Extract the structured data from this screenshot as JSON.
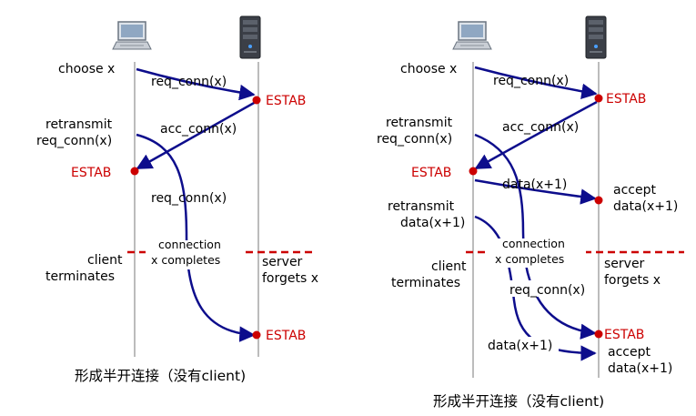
{
  "colors": {
    "arrow": "#0d0d8c",
    "estab": "#cc0000",
    "timeline": "#a6a6a6",
    "dash": "#cc0000"
  },
  "left": {
    "choose": "choose x",
    "req1": "req_conn(x)",
    "estab_server": "ESTAB",
    "retransmit_1": "retransmit",
    "retransmit_2": "req_conn(x)",
    "acc": "acc_conn(x)",
    "estab_client": "ESTAB",
    "req2": "req_conn(x)",
    "connection_1": "connection",
    "connection_2": "x completes",
    "client_term_1": "client",
    "client_term_2": "terminates",
    "server_forgets_1": "server",
    "server_forgets_2": "forgets x",
    "estab_server2": "ESTAB",
    "caption": "形成半开连接（没有client)"
  },
  "right": {
    "choose": "choose x",
    "req1": "req_conn(x)",
    "estab_server": "ESTAB",
    "retransmit_1": "retransmit",
    "retransmit_2": "req_conn(x)",
    "acc": "acc_conn(x)",
    "estab_client": "ESTAB",
    "data1": "data(x+1)",
    "accept_1": "accept",
    "accept_2": "data(x+1)",
    "retransmit_data_1": "retransmit",
    "retransmit_data_2": "data(x+1)",
    "connection_1": "connection",
    "connection_2": "x completes",
    "client_term_1": "client",
    "client_term_2": "terminates",
    "server_forgets_1": "server",
    "server_forgets_2": "forgets x",
    "req2": "req_conn(x)",
    "estab_server2": "ESTAB",
    "data2": "data(x+1)",
    "accept2_1": "accept",
    "accept2_2": "data(x+1)",
    "caption": "形成半开连接（没有client)"
  },
  "icons": {
    "client": "laptop-computer-icon",
    "server": "server-tower-icon"
  }
}
